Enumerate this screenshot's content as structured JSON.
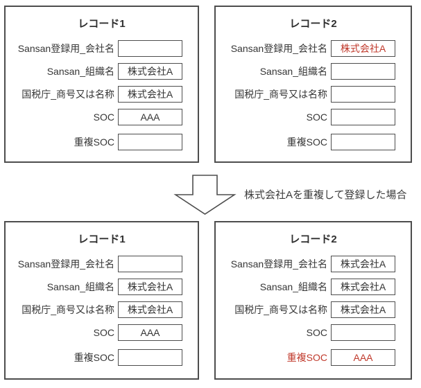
{
  "colors": {
    "text": "#363636",
    "border": "#4d4d4d",
    "highlight": "#c0392b",
    "background": "#ffffff"
  },
  "arrow": {
    "icon": "down-arrow",
    "caption": "株式会社Aを重複して登録した場合"
  },
  "panels": [
    {
      "id": "before-record1",
      "title": "レコード1",
      "fields": [
        {
          "label": "Sansan登録用_会社名",
          "value": ""
        },
        {
          "label": "Sansan_組織名",
          "value": "株式会社A"
        },
        {
          "label": "国税庁_商号又は名称",
          "value": "株式会社A"
        },
        {
          "label": "SOC",
          "value": "AAA"
        },
        {
          "label": "重複SOC",
          "value": ""
        }
      ]
    },
    {
      "id": "before-record2",
      "title": "レコード2",
      "fields": [
        {
          "label": "Sansan登録用_会社名",
          "value": "株式会社A",
          "value_highlight": true
        },
        {
          "label": "Sansan_組織名",
          "value": ""
        },
        {
          "label": "国税庁_商号又は名称",
          "value": ""
        },
        {
          "label": "SOC",
          "value": ""
        },
        {
          "label": "重複SOC",
          "value": ""
        }
      ]
    },
    {
      "id": "after-record1",
      "title": "レコード1",
      "fields": [
        {
          "label": "Sansan登録用_会社名",
          "value": ""
        },
        {
          "label": "Sansan_組織名",
          "value": "株式会社A"
        },
        {
          "label": "国税庁_商号又は名称",
          "value": "株式会社A"
        },
        {
          "label": "SOC",
          "value": "AAA"
        },
        {
          "label": "重複SOC",
          "value": ""
        }
      ]
    },
    {
      "id": "after-record2",
      "title": "レコード2",
      "fields": [
        {
          "label": "Sansan登録用_会社名",
          "value": "株式会社A"
        },
        {
          "label": "Sansan_組織名",
          "value": "株式会社A"
        },
        {
          "label": "国税庁_商号又は名称",
          "value": "株式会社A"
        },
        {
          "label": "SOC",
          "value": ""
        },
        {
          "label": "重複SOC",
          "value": "AAA",
          "label_highlight": true,
          "value_highlight": true
        }
      ]
    }
  ]
}
